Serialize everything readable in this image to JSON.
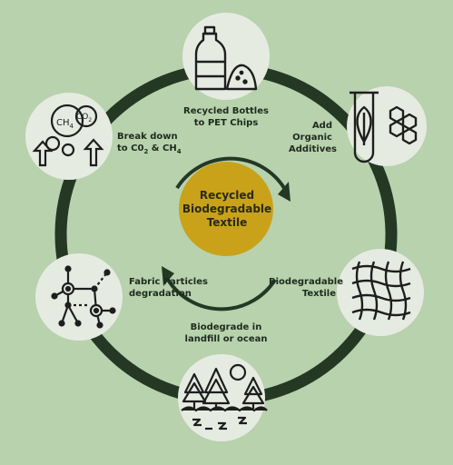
{
  "center": {
    "lines": [
      "Recycled",
      "Biodegradable",
      "Textile"
    ]
  },
  "steps": [
    {
      "id": "bottles",
      "lines": [
        "Recycled Bottles",
        "to PET Chips"
      ],
      "icon": "bottle-icon"
    },
    {
      "id": "additives",
      "lines": [
        "Add",
        "Organic",
        "Additives"
      ],
      "icon": "test-tube-leaf-icon"
    },
    {
      "id": "textile",
      "lines": [
        "Biodegradable",
        "Textile"
      ],
      "icon": "woven-fabric-icon"
    },
    {
      "id": "landfill",
      "lines": [
        "Biodegrade in",
        "landfill or ocean"
      ],
      "icon": "forest-icon"
    },
    {
      "id": "particles",
      "lines": [
        "Fabric Particles",
        "degradation"
      ],
      "icon": "molecule-network-icon"
    },
    {
      "id": "breakdown",
      "lines": [
        "Break down",
        "to C0",
        "2",
        " & CH",
        "4"
      ],
      "icon": "gas-bubbles-icon"
    }
  ],
  "icon_text": {
    "co2": "CO",
    "co2_sub": "2",
    "ch4": "CH",
    "ch4_sub": "4"
  },
  "colors": {
    "background": "#b7d2ad",
    "ring": "#243824",
    "node_fill": "#e6ebe2",
    "center_fill": "#c9a21a",
    "icon_stroke": "#1e1e1e"
  }
}
